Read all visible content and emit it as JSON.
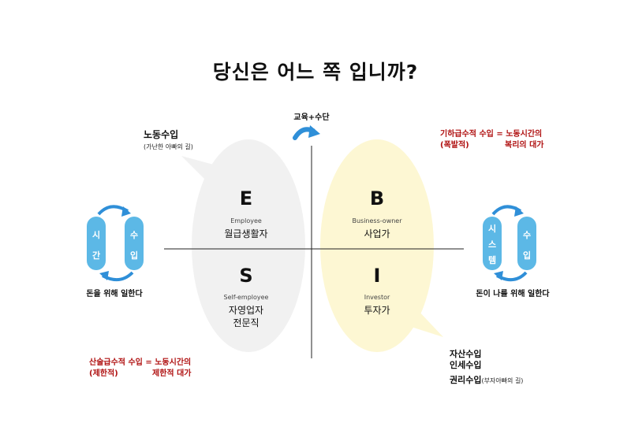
{
  "title": "당신은 어느 쪽 입니까?",
  "top_arrow_label": "교육+수단",
  "quadrants": {
    "E": {
      "letter": "E",
      "en": "Employee",
      "ko": "월급생활자"
    },
    "B": {
      "letter": "B",
      "en": "Business-owner",
      "ko": "사업가"
    },
    "S": {
      "letter": "S",
      "en": "Self-employee",
      "ko_line1": "자영업자",
      "ko_line2": "전문직"
    },
    "I": {
      "letter": "I",
      "en": "Investor",
      "ko": "투자가"
    }
  },
  "left_bubble": {
    "line1": "노동수입",
    "line2": "(가난한 아빠의 길)"
  },
  "right_bubble": {
    "line1": "자산수입",
    "line2": "인세수입",
    "line3": "권리수입",
    "line3_small": "(부자아빠의 길)"
  },
  "left_cycle": {
    "pill1_chars": [
      "시",
      "간"
    ],
    "pill2_chars": [
      "수",
      "입"
    ],
    "caption": "돈을 위해 일한다"
  },
  "right_cycle": {
    "pill1_chars": [
      "시",
      "스",
      "템"
    ],
    "pill2_chars": [
      "수",
      "입"
    ],
    "caption": "돈이 나를 위해 일한다"
  },
  "top_right_note": {
    "line1": "기하급수적 수입 = 노동시간의",
    "line2a": "(폭발적)",
    "line2b": "복리의 대가"
  },
  "bottom_left_note": {
    "line1": "산술급수적 수입 = 노동시간의",
    "line2a": "(제한적)",
    "line2b": "제한적 대가"
  },
  "colors": {
    "left_bubble": "#f1f1f1",
    "right_bubble": "#fdf7d3",
    "pill_blue": "#5cb8e6",
    "arrow_blue": "#2f8fd8",
    "red_text": "#b01212",
    "axis": "#222222"
  }
}
